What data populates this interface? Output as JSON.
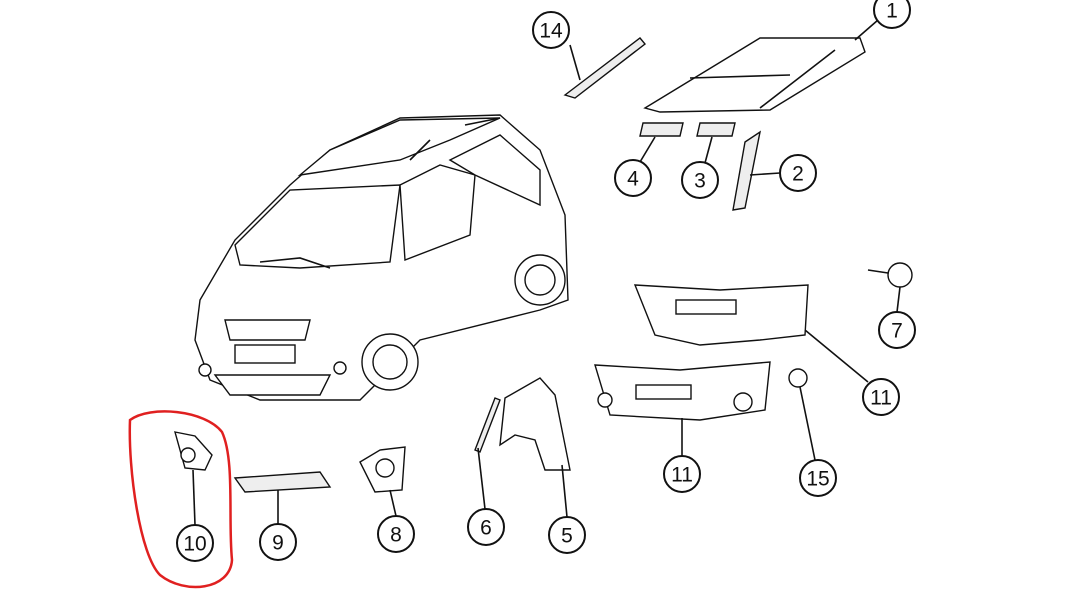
{
  "diagram": {
    "callouts": {
      "c1": "1",
      "c2": "2",
      "c3": "3",
      "c4": "4",
      "c5": "5",
      "c6": "6",
      "c7": "7",
      "c8": "8",
      "c9": "9",
      "c10": "10",
      "c11a": "11",
      "c11b": "11",
      "c14": "14",
      "c15": "15"
    },
    "highlight_color": "#e02020"
  }
}
